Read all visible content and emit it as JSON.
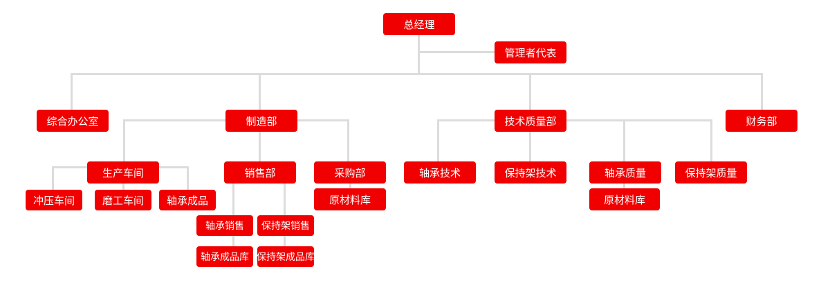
{
  "org": {
    "ceo": "总经理",
    "rep": "管理者代表",
    "office": "综合办公室",
    "mfg": "制造部",
    "tech": "技术质量部",
    "finance": "财务部",
    "production": "生产车间",
    "stamping": "冲压车间",
    "grinding": "磨工车间",
    "bearing_products": "轴承成品",
    "sales": "销售部",
    "bearing_sales": "轴承销售",
    "cage_sales": "保持架销售",
    "bearing_product_warehouse": "轴承成品库",
    "cage_product_warehouse": "保持架成品库",
    "purchasing": "采购部",
    "raw_material_warehouse_purchasing": "原材料库",
    "bearing_tech": "轴承技术",
    "cage_tech": "保持架技术",
    "bearing_quality": "轴承质量",
    "raw_material_warehouse_quality": "原材料库",
    "cage_quality": "保持架质量"
  },
  "colors": {
    "node": "#f00000",
    "text": "#ffffff",
    "line": "#dcdcdc"
  }
}
